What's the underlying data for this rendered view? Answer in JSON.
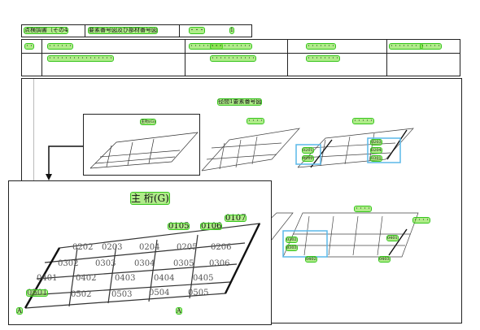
{
  "header": {
    "title": "点検調書（その4",
    "subtitle": "要素番号図及び部材番号図",
    "page_marks": [
      "・・・",
      "1"
    ]
  },
  "info_table": {
    "row1": [
      "・・",
      "・・・・・・",
      "・・・・・・・・",
      "・・・・・・・・・・",
      "・・・・・・・",
      "・・・・・・・・",
      "・・・・・"
    ],
    "row2": [
      "・・・・・・・・・・・・・・・・",
      "・・・・・・・・・・・",
      "・・・・・・・・"
    ]
  },
  "plan_title": "径間1要素番号図",
  "sub_titles": [
    "主桁(G)",
    "・・・・",
    "・・・・・",
    "・・・・",
    "・・・・"
  ],
  "zoom_title": "主 桁(G)",
  "grid_labels": {
    "row1": [
      "0202",
      "0203",
      "0204",
      "0205",
      "0206"
    ],
    "row2": [
      "0302",
      "0303",
      "0304",
      "0305",
      "0306"
    ],
    "row3": [
      "0401",
      "0402",
      "0403",
      "0404",
      "0405"
    ],
    "row4": [
      "0501",
      "0502",
      "0503",
      "0504",
      "0505"
    ],
    "callouts": [
      "0105",
      "0106",
      "0107"
    ],
    "corner_left": "A",
    "corner_right": "A"
  },
  "thumb_labels": [
    "0201",
    "0202",
    "0203",
    "0204",
    "0301",
    "0302",
    "0303",
    "0401",
    "0402",
    "0403"
  ],
  "colors": {
    "highlight": "#6edc28",
    "accent_orange": "#f0a020",
    "accent_blue": "#5ab8e8"
  }
}
